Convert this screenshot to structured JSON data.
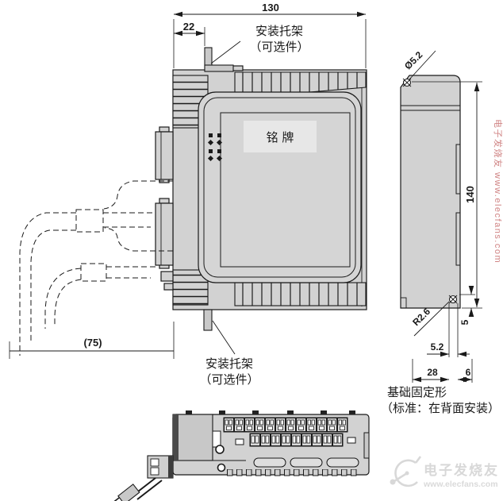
{
  "drawing_title": "unit-outline-dimension-drawing",
  "dims": {
    "top_width": "130",
    "top_offset": "22",
    "hole_dia": "Ø5.2",
    "height": "140",
    "corner_radius": "R2.6",
    "edge_to_hole": "5",
    "hole_offset": "5.2",
    "base_width": "28",
    "base_right": "6",
    "depth": "(75)"
  },
  "labels": {
    "bracket_top_line1": "安装托架",
    "bracket_top_line2": "（可选件）",
    "bracket_bottom_line1": "安装托架",
    "bracket_bottom_line2": "（可选件）",
    "nameplate": "铭 牌",
    "base_note_line1": "基础固定形",
    "base_note_line2": "（标准：在背面安装）"
  },
  "watermark": {
    "side_text": "电子发烧友 www.elecfans.com",
    "brand": "电子发烧友",
    "url": "www.elecfans.com"
  },
  "colors": {
    "line": "#1a1a1a",
    "body_fill": "#d2d2d2",
    "nameplate_fill": "#e7e7e7",
    "watermark_red": "#d08484",
    "watermark_gray": "#d8d8d8"
  }
}
